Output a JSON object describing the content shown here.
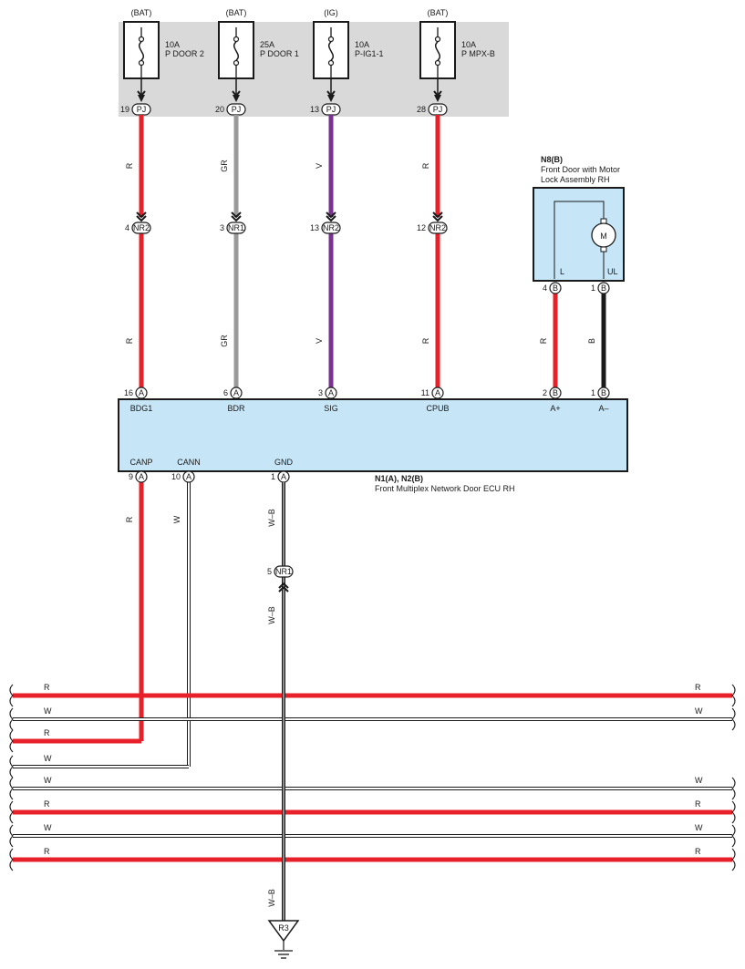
{
  "colors": {
    "red": "#e8202a",
    "gray": "#9a9a9a",
    "violet": "#7a3290",
    "black": "#1a1a1a",
    "white_wire": "#ffffff",
    "fuse_panel": "#d9d9d9",
    "ecu_fill": "#c6e6f7"
  },
  "fuses": [
    {
      "source": "(BAT)",
      "rating": "10A",
      "name": "P DOOR 2",
      "pin": "19",
      "connector": "PJ"
    },
    {
      "source": "(BAT)",
      "rating": "25A",
      "name": "P DOOR 1",
      "pin": "20",
      "connector": "PJ"
    },
    {
      "source": "(IG)",
      "rating": "10A",
      "name": "P-IG1-1",
      "pin": "13",
      "connector": "PJ"
    },
    {
      "source": "(BAT)",
      "rating": "10A",
      "name": "P MPX-B",
      "pin": "28",
      "connector": "PJ"
    }
  ],
  "junctions": [
    {
      "pin": "4",
      "connector": "NR2"
    },
    {
      "pin": "3",
      "connector": "NR1"
    },
    {
      "pin": "13",
      "connector": "NR2"
    },
    {
      "pin": "12",
      "connector": "NR2"
    }
  ],
  "upper_wires": [
    "R",
    "GR",
    "V",
    "R"
  ],
  "lower_wires": [
    "R",
    "GR",
    "V",
    "R"
  ],
  "motor": {
    "code": "N8(B)",
    "title_line1": "Front Door with Motor",
    "title_line2": "Lock Assembly RH",
    "symbol": "M",
    "left_terminal": "L",
    "right_terminal": "UL",
    "pins": [
      {
        "pin": "4",
        "letter": "B",
        "wire": "R"
      },
      {
        "pin": "1",
        "letter": "B",
        "wire": "B"
      }
    ]
  },
  "ecu": {
    "code": "N1(A), N2(B)",
    "title": "Front Multiplex Network Door ECU RH",
    "top_pins": [
      {
        "pin": "16",
        "letter": "A",
        "name": "BDG1"
      },
      {
        "pin": "6",
        "letter": "A",
        "name": "BDR"
      },
      {
        "pin": "3",
        "letter": "A",
        "name": "SIG"
      },
      {
        "pin": "11",
        "letter": "A",
        "name": "CPUB"
      },
      {
        "pin": "2",
        "letter": "B",
        "name": "A+"
      },
      {
        "pin": "1",
        "letter": "B",
        "name": "A–"
      }
    ],
    "bottom_pins": [
      {
        "pin": "9",
        "letter": "A",
        "name": "CANP",
        "wire": "R"
      },
      {
        "pin": "10",
        "letter": "A",
        "name": "CANN",
        "wire": "W"
      },
      {
        "pin": "1",
        "letter": "A",
        "name": "GND",
        "wire": "W–B"
      }
    ]
  },
  "ground_junction": {
    "pin": "5",
    "connector": "NR1",
    "wire_below": "W–B"
  },
  "ground": {
    "code": "R3",
    "wire": "W–B"
  },
  "bus_lines": [
    {
      "left": "R",
      "right": "R",
      "color": "red"
    },
    {
      "left": "W",
      "right": "W",
      "color": "white"
    },
    {
      "left": "R",
      "right": "",
      "color": "red"
    },
    {
      "left": "W",
      "right": "",
      "color": "white"
    },
    {
      "left": "W",
      "right": "W",
      "color": "white"
    },
    {
      "left": "R",
      "right": "R",
      "color": "red"
    },
    {
      "left": "W",
      "right": "W",
      "color": "white"
    },
    {
      "left": "R",
      "right": "R",
      "color": "red"
    }
  ]
}
